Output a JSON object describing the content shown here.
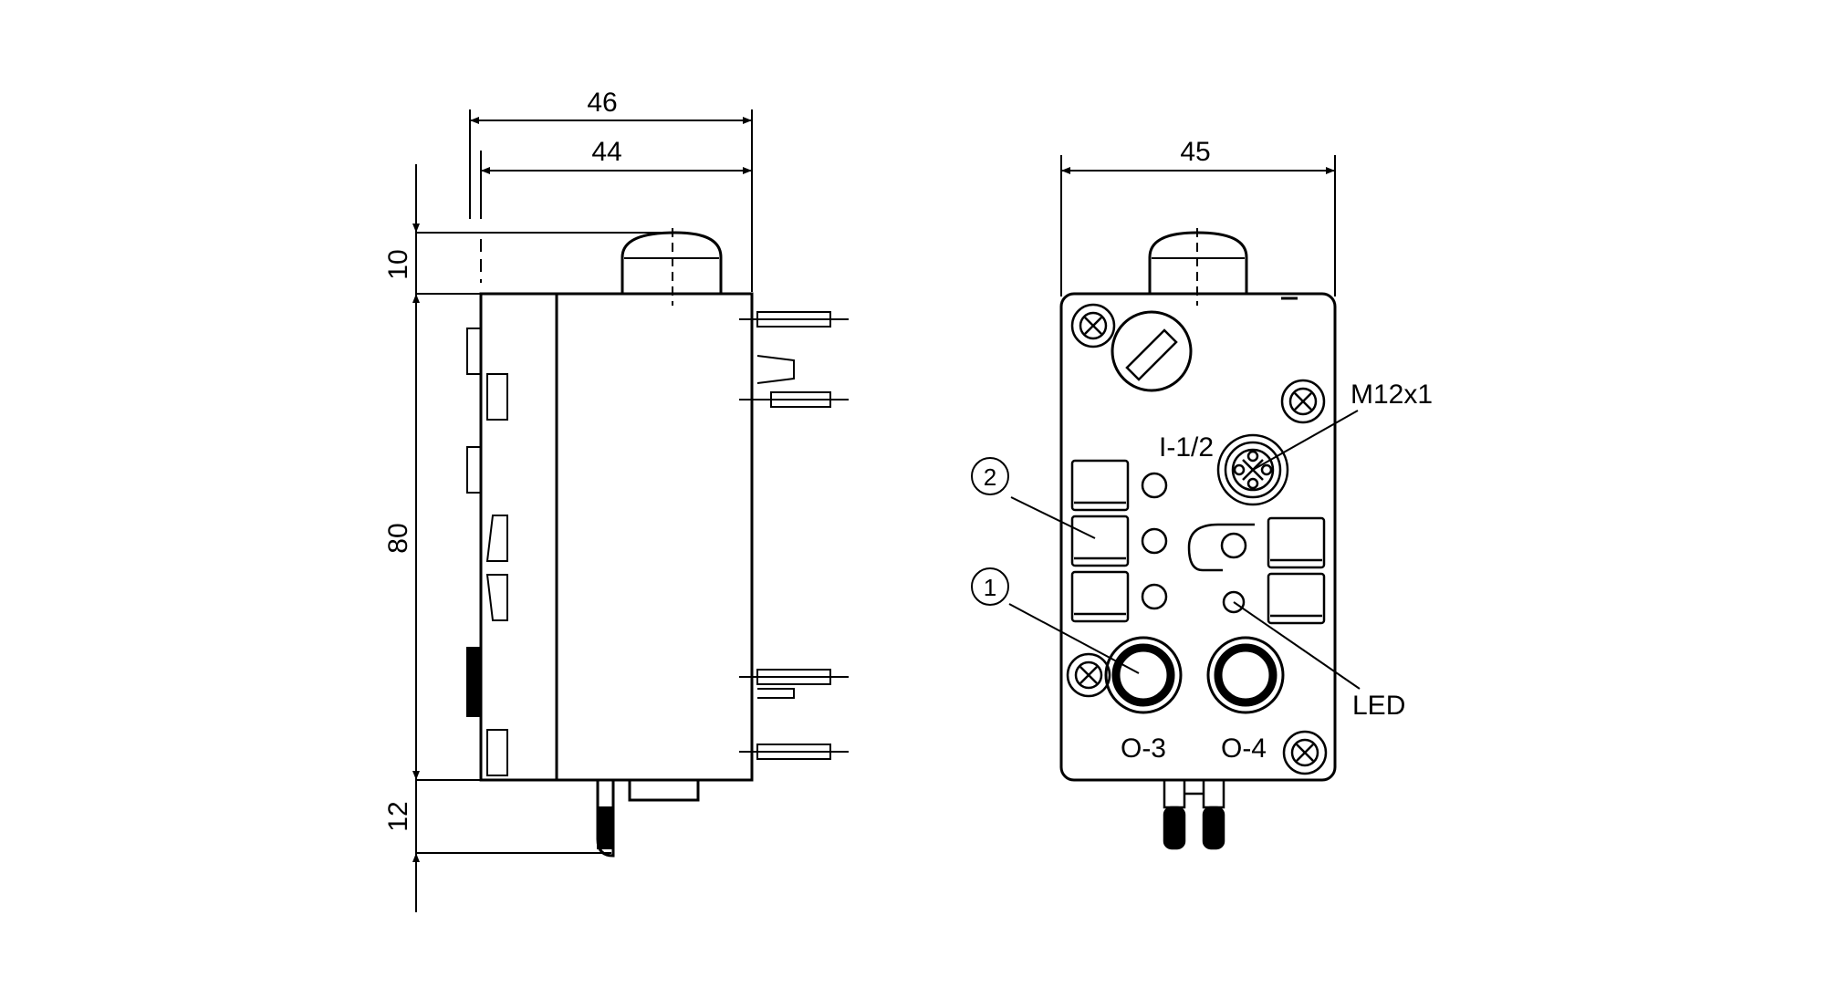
{
  "side_view": {
    "dims": {
      "width_total": "46",
      "width_body": "44",
      "height_top": "10",
      "height_body": "80",
      "height_bottom": "12"
    }
  },
  "front_view": {
    "dims": {
      "width": "45"
    },
    "labels": {
      "connector": "M12x1",
      "input": "I-1/2",
      "callout_1": "1",
      "callout_2": "2",
      "led": "LED",
      "output_3": "O-3",
      "output_4": "O-4"
    }
  },
  "colors": {
    "line": "#000000",
    "background": "#ffffff"
  }
}
